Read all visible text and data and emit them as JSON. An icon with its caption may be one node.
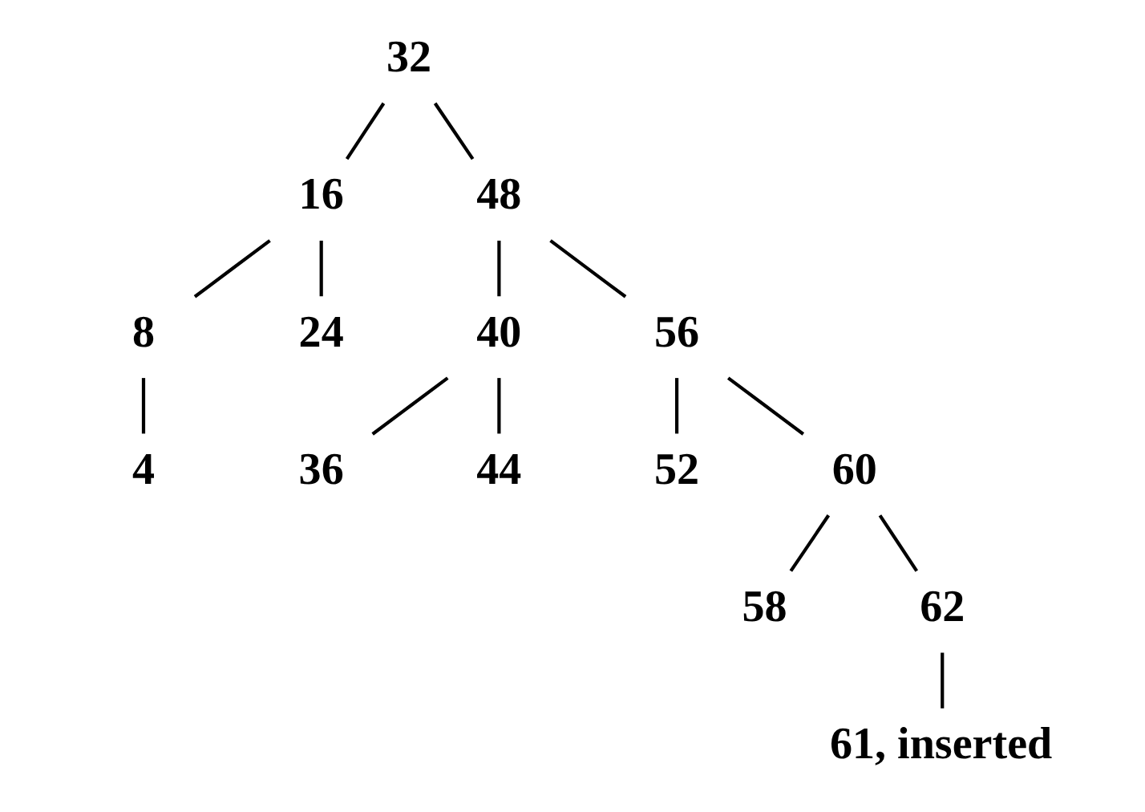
{
  "diagram": {
    "nodes": [
      {
        "text": [
          "32"
        ]
      },
      {
        "text": [
          "16"
        ]
      },
      {
        "text": [
          "48"
        ]
      },
      {
        "text": [
          "8"
        ]
      },
      {
        "text": [
          "24"
        ]
      },
      {
        "text": [
          "40"
        ]
      },
      {
        "text": [
          "56"
        ]
      },
      {
        "text": [
          "4"
        ]
      },
      {
        "text": [
          "36"
        ]
      },
      {
        "text": [
          "44"
        ]
      },
      {
        "text": [
          "52"
        ]
      },
      {
        "text": [
          "60"
        ]
      },
      {
        "text": [
          "58"
        ]
      },
      {
        "text": [
          "62"
        ]
      },
      {
        "text": [
          "61, inserted"
        ]
      }
    ],
    "edges": [
      {
        "from": 0,
        "to": 1,
        "arrow": "none"
      },
      {
        "from": 0,
        "to": 2,
        "arrow": "none"
      },
      {
        "from": 1,
        "to": 3,
        "arrow": "none"
      },
      {
        "from": 1,
        "to": 4,
        "arrow": "none"
      },
      {
        "from": 2,
        "to": 5,
        "arrow": "none"
      },
      {
        "from": 2,
        "to": 6,
        "arrow": "none"
      },
      {
        "from": 3,
        "to": 7,
        "arrow": "none"
      },
      {
        "from": 5,
        "to": 8,
        "arrow": "none"
      },
      {
        "from": 5,
        "to": 9,
        "arrow": "none"
      },
      {
        "from": 6,
        "to": 10,
        "arrow": "none"
      },
      {
        "from": 6,
        "to": 11,
        "arrow": "none"
      },
      {
        "from": 11,
        "to": 12,
        "arrow": "none"
      },
      {
        "from": 11,
        "to": 13,
        "arrow": "none"
      },
      {
        "from": 13,
        "to": 14,
        "arrow": "none"
      }
    ]
  }
}
